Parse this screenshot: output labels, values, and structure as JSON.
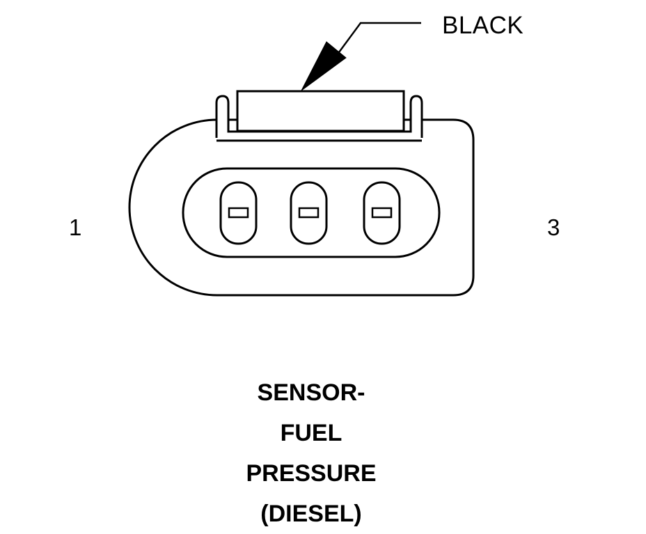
{
  "connector": {
    "color_label": "BLACK",
    "pin_left_label": "1",
    "pin_right_label": "3",
    "cavity_count": 3
  },
  "caption": {
    "lines": [
      "SENSOR-",
      "FUEL",
      "PRESSURE",
      "(DIESEL)"
    ]
  },
  "colors": {
    "line": "#000000",
    "background": "#ffffff"
  }
}
